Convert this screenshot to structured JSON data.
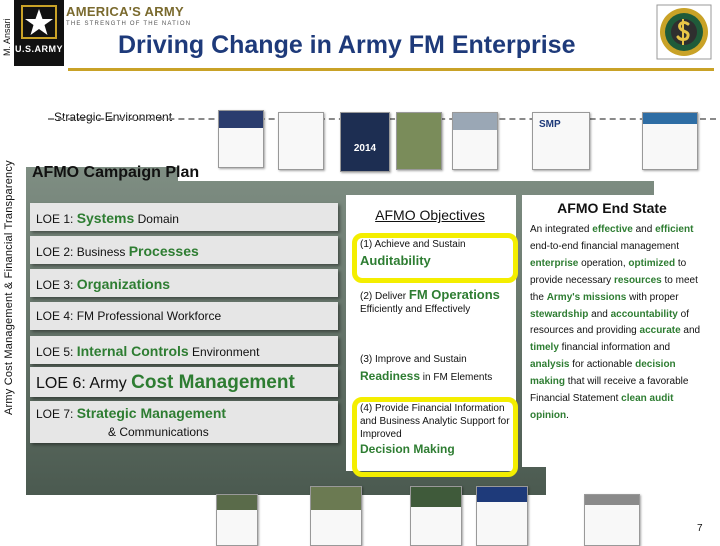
{
  "side": {
    "author": "M. Ansari",
    "category": "Army Cost Management & Financial Transparency"
  },
  "header": {
    "logo_text": "U.S.ARMY",
    "brand_title": "AMERICA'S ARMY",
    "brand_subtitle": "THE STRENGTH OF THE NATION",
    "title": "Driving Change in Army FM Enterprise"
  },
  "strategic": {
    "label": "Strategic Environment",
    "thumb_year": "2014",
    "thumb_smp": "SMP"
  },
  "campaign": {
    "label": "AFMO Campaign Plan",
    "loes": [
      {
        "prefix": "LOE 1: ",
        "a": "Systems",
        "b": " Domain"
      },
      {
        "prefix": "LOE 2:  Business ",
        "a": "Processes",
        "b": ""
      },
      {
        "prefix": "LOE 3: ",
        "a": "Organizations",
        "b": ""
      },
      {
        "prefix": "LOE 4:  FM Professional Workforce",
        "a": "",
        "b": ""
      },
      {
        "prefix": "LOE 5: ",
        "a": "Internal Controls",
        "b": " Environment"
      },
      {
        "prefix": "LOE 6:  Army ",
        "a": "Cost Management",
        "b": ""
      },
      {
        "prefix": "LOE 7: ",
        "a": "Strategic Management",
        "b": "",
        "line2": "& Communications"
      }
    ]
  },
  "objectives": {
    "title": "AFMO Objectives",
    "items": [
      {
        "lead": "(1) Achieve and Sustain",
        "key": "Auditability",
        "tail": ""
      },
      {
        "lead": "(2) Deliver ",
        "key": "FM Operations",
        "tail": " Efficiently and Effectively"
      },
      {
        "lead": "(3) Improve and Sustain",
        "key": "Readiness",
        "tail": " in FM Elements"
      },
      {
        "lead": "(4) Provide Financial Information and Business Analytic Support for Improved",
        "key": "Decision Making",
        "tail": ""
      }
    ]
  },
  "end_state": {
    "title": "AFMO End State",
    "segments": [
      {
        "t": "An integrated ",
        "k": false
      },
      {
        "t": "effective",
        "k": true
      },
      {
        "t": " and ",
        "k": false
      },
      {
        "t": "efficient",
        "k": true
      },
      {
        "t": " end-to-end financial management ",
        "k": false
      },
      {
        "t": "enterprise",
        "k": true
      },
      {
        "t": " operation, ",
        "k": false
      },
      {
        "t": "optimized",
        "k": true
      },
      {
        "t": " to provide necessary ",
        "k": false
      },
      {
        "t": "resources",
        "k": true
      },
      {
        "t": " to meet the ",
        "k": false
      },
      {
        "t": "Army's missions",
        "k": true
      },
      {
        "t": " with proper ",
        "k": false
      },
      {
        "t": "stewardship",
        "k": true
      },
      {
        "t": " and ",
        "k": false
      },
      {
        "t": "accountability",
        "k": true
      },
      {
        "t": " of resources and providing ",
        "k": false
      },
      {
        "t": "accurate",
        "k": true
      },
      {
        "t": " and ",
        "k": false
      },
      {
        "t": "timely",
        "k": true
      },
      {
        "t": " financial information and ",
        "k": false
      },
      {
        "t": "analysis",
        "k": true
      },
      {
        "t": " for actionable ",
        "k": false
      },
      {
        "t": "decision making",
        "k": true
      },
      {
        "t": " that will receive a favorable Financial Statement ",
        "k": false
      },
      {
        "t": "clean audit opinion",
        "k": true
      },
      {
        "t": ".",
        "k": false
      }
    ]
  },
  "page_number": "7",
  "colors": {
    "accent_green": "#2e7d32",
    "title_blue": "#1e3a7a",
    "highlight": "#f4ee00",
    "arrow_green": "#5f6e64"
  }
}
